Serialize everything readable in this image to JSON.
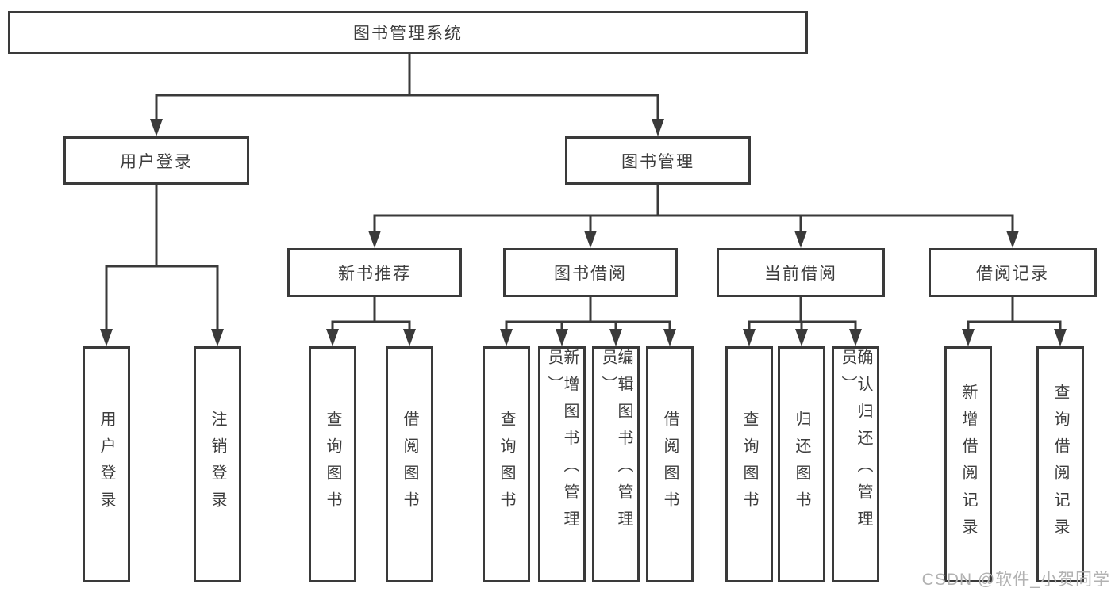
{
  "tree": {
    "label": "图书管理系统",
    "children": [
      {
        "label": "用户登录",
        "children": [
          {
            "label": "用户登录"
          },
          {
            "label": "注销登录"
          }
        ]
      },
      {
        "label": "图书管理",
        "children": [
          {
            "label": "新书推荐",
            "children": [
              {
                "label": "查询图书"
              },
              {
                "label": "借阅图书"
              }
            ]
          },
          {
            "label": "图书借阅",
            "children": [
              {
                "label": "查询图书"
              },
              {
                "label": "新增图书（管理员）"
              },
              {
                "label": "编辑图书（管理员）"
              },
              {
                "label": "借阅图书"
              }
            ]
          },
          {
            "label": "当前借阅",
            "children": [
              {
                "label": "查询图书"
              },
              {
                "label": "归还图书"
              },
              {
                "label": "确认归还（管理员）"
              }
            ]
          },
          {
            "label": "借阅记录",
            "children": [
              {
                "label": "新增借阅记录"
              },
              {
                "label": "查询借阅记录"
              }
            ]
          }
        ]
      }
    ]
  },
  "watermark": {
    "text": "CSDN @软件_小贺同学"
  },
  "colors": {
    "line": "#3a3a3a",
    "box_border": "#3a3a3a",
    "text": "#3d3d3d",
    "watermark": "#b2b2b2",
    "background": "#ffffff"
  }
}
